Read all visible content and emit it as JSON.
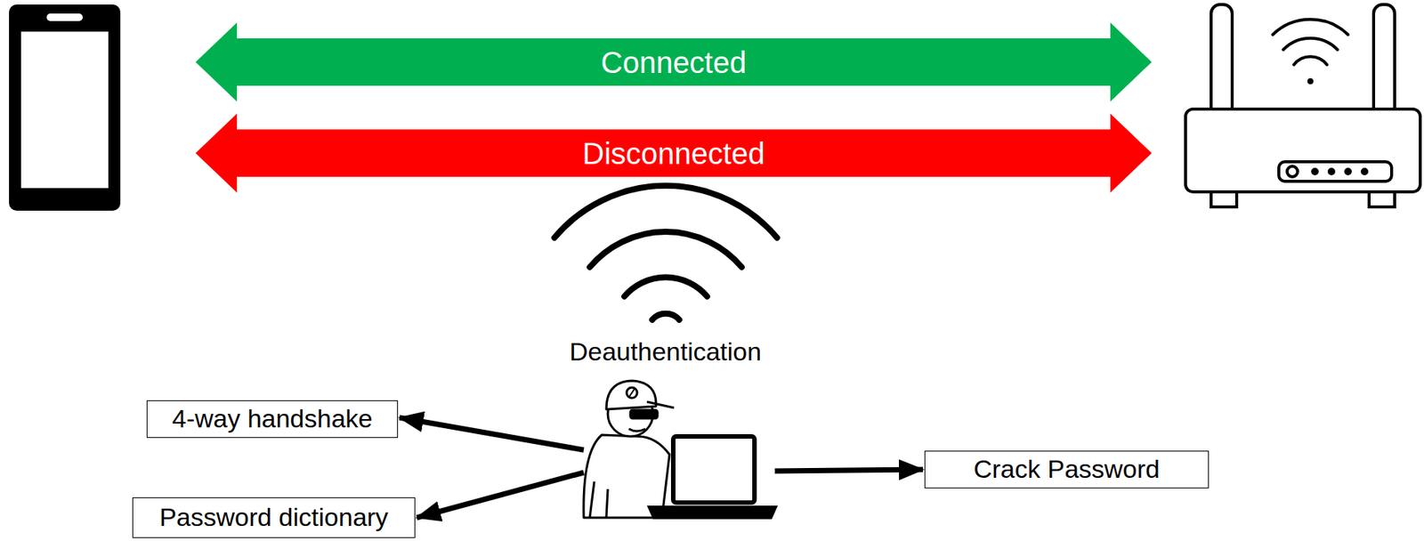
{
  "diagram": {
    "nodes": [
      {
        "text": [
          "Connected"
        ]
      },
      {
        "text": [
          "Disconnected"
        ]
      },
      {
        "text": [
          "4-way handshake"
        ]
      },
      {
        "text": [
          "Password dictionary"
        ]
      },
      {
        "text": [
          "Crack Password"
        ]
      }
    ],
    "labels": [
      "Deauthentication"
    ]
  }
}
